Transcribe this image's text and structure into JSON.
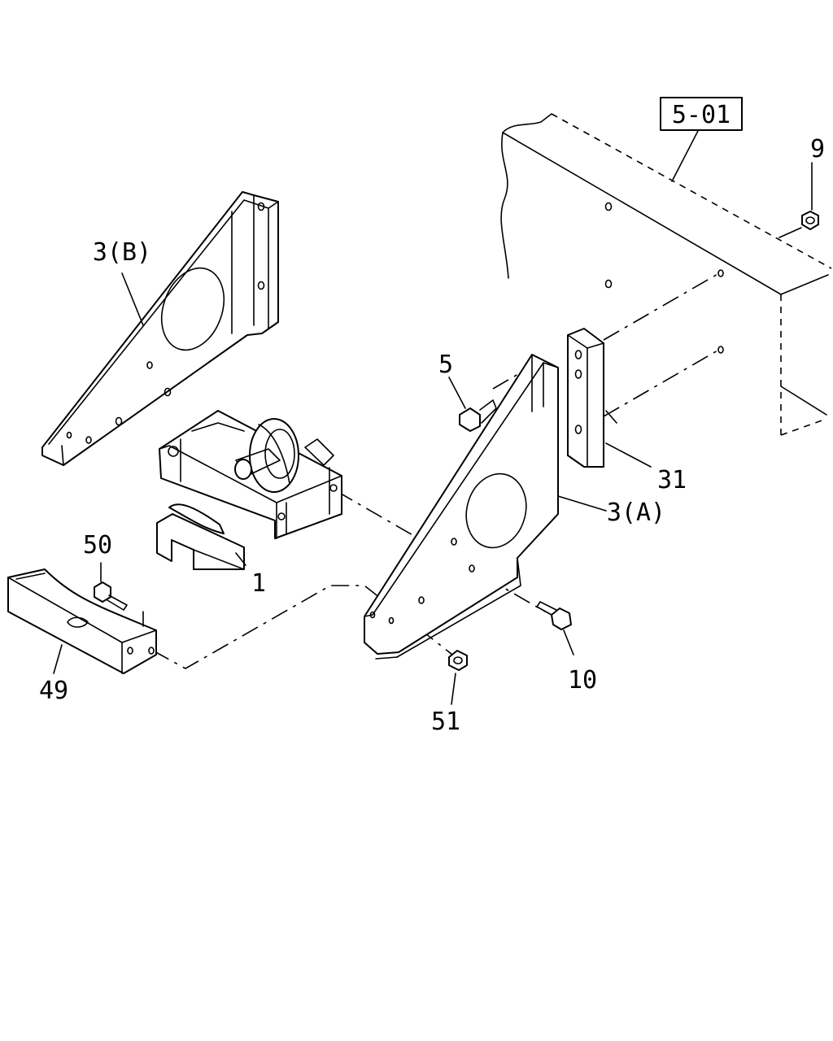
{
  "diagram": {
    "reference_box": "5-01",
    "labels": {
      "p9": "9",
      "p3b": "3(B)",
      "p5": "5",
      "p31": "31",
      "p3a": "3(A)",
      "p1": "1",
      "p50": "50",
      "p10": "10",
      "p49": "49",
      "p51": "51"
    }
  }
}
